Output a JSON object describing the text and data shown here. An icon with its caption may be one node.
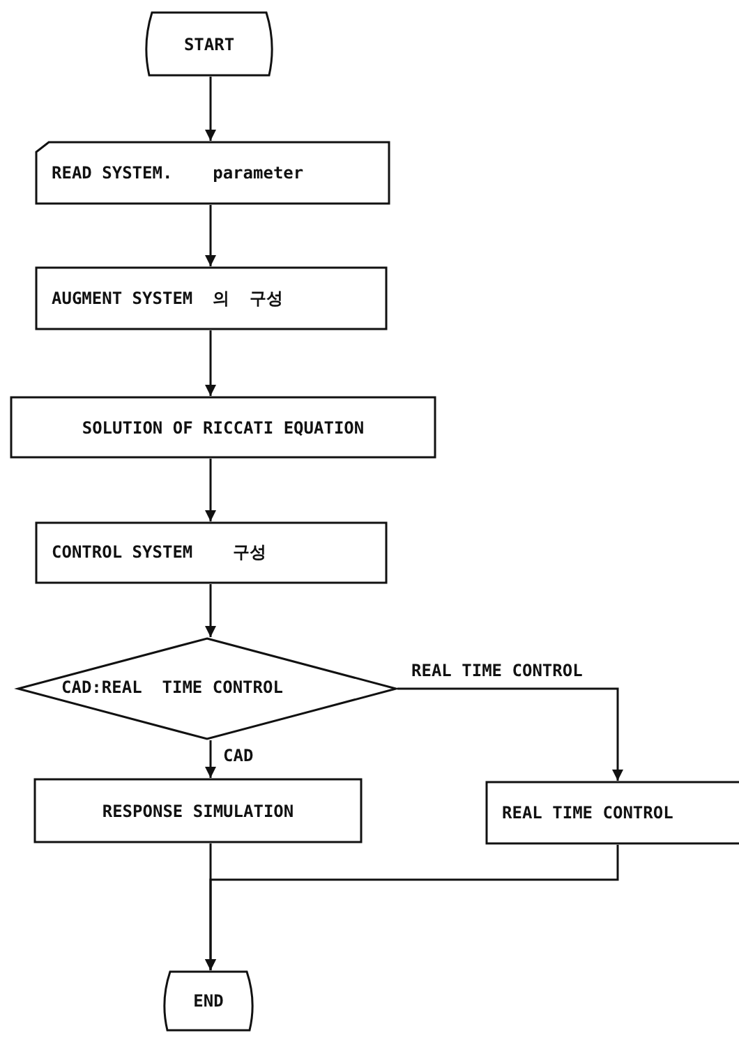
{
  "diagram": {
    "nodes": [
      {
        "text": [
          "START"
        ]
      },
      {
        "text": [
          "READ SYSTEM.    parameter"
        ]
      },
      {
        "text": [
          "AUGMENT SYSTEM  의  구성"
        ]
      },
      {
        "text": [
          "SOLUTION OF RICCATI EQUATION"
        ]
      },
      {
        "text": [
          "CONTROL SYSTEM    구성"
        ]
      },
      {
        "text": [
          "CAD:REAL  TIME CONTROL"
        ]
      },
      {
        "text": [
          "RESPONSE SIMULATION"
        ]
      },
      {
        "text": [
          "REAL TIME CONTROL"
        ]
      },
      {
        "text": [
          "END"
        ]
      }
    ],
    "edges": [
      {
        "from": 0,
        "to": 1,
        "arrow": "to"
      },
      {
        "from": 1,
        "to": 2,
        "arrow": "to"
      },
      {
        "from": 2,
        "to": 3,
        "arrow": "to"
      },
      {
        "from": 3,
        "to": 4,
        "arrow": "to"
      },
      {
        "from": 4,
        "to": 5,
        "arrow": "to"
      },
      {
        "from": 5,
        "to": 6,
        "arrow": "to",
        "label": "CAD"
      },
      {
        "from": 5,
        "to": 7,
        "arrow": "to",
        "label": "REAL TIME CONTROL"
      },
      {
        "from": 6,
        "to": 8,
        "arrow": "to"
      },
      {
        "from": 7,
        "to": 8,
        "arrow": "to"
      }
    ]
  }
}
